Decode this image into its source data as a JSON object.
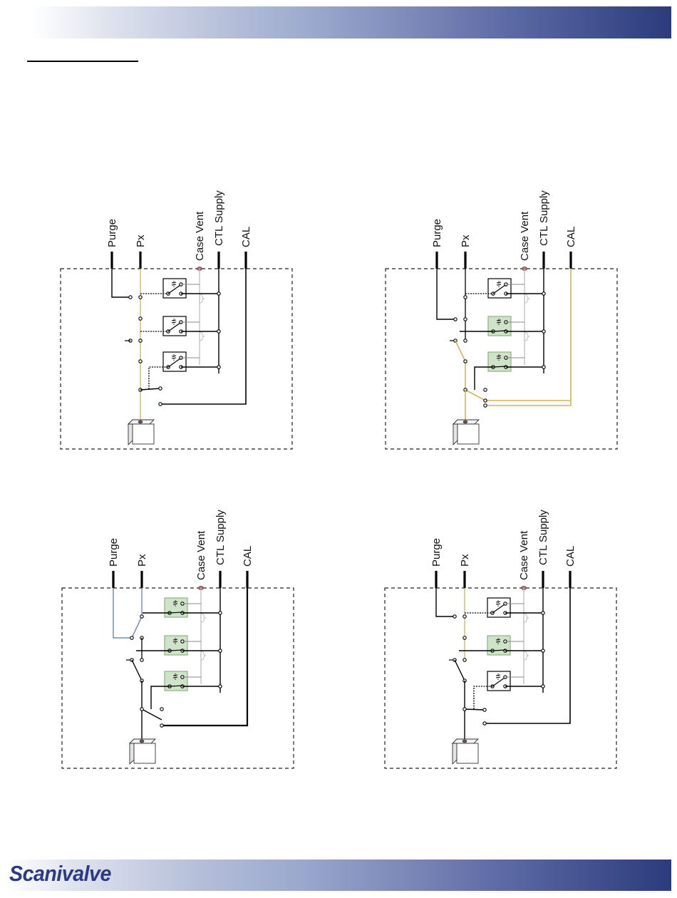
{
  "brand": {
    "logo_text": "Scanivalve",
    "bar_color_start": "#ffffff",
    "bar_color_end": "#2c3b7c"
  },
  "port_labels": {
    "purge": "Purge",
    "px": "Px",
    "case_vent": "Case Vent",
    "ctl_supply": "CTL Supply",
    "cal": "CAL"
  },
  "colors": {
    "wire": "#000000",
    "vent_line": "#bdbdbd",
    "active_px_path": "#d4b25a",
    "active_purge_path": "#6e8fb8",
    "energized_relay_fill": "#cfe3c8",
    "energized_relay_stroke": "#8bb37f",
    "case_vent_port": "#b07078"
  },
  "diagrams": [
    {
      "id": "top-left",
      "mode": "Px measure",
      "energized_relays": [
        false,
        false,
        false
      ],
      "highlight": "px"
    },
    {
      "id": "top-right",
      "mode": "CAL",
      "energized_relays": [
        false,
        true,
        true
      ],
      "highlight": "cal"
    },
    {
      "id": "bottom-left",
      "mode": "Purge",
      "energized_relays": [
        true,
        true,
        true
      ],
      "highlight": "purge"
    },
    {
      "id": "bottom-right",
      "mode": "Isolate",
      "energized_relays": [
        false,
        true,
        false
      ],
      "highlight": "px-isolated"
    }
  ]
}
